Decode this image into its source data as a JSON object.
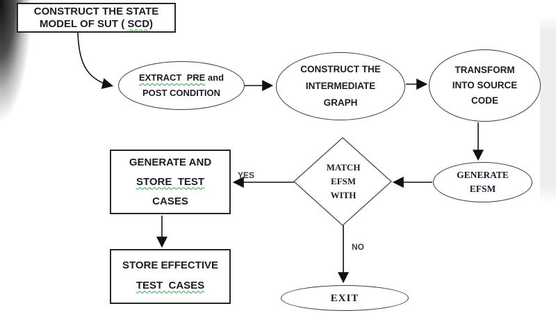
{
  "diagram": {
    "type": "flowchart",
    "nodes": {
      "construct_state": {
        "line1": "CONSTRUCT THE STATE",
        "line2_pre": "MODEL OF SUT ( ",
        "line2_misspelled": "SCD",
        "line2_post": ")"
      },
      "extract_condition": {
        "line1_misspelled": "EXTRACT  PRE",
        "line1_rest": " and",
        "line2": "POST CONDITION"
      },
      "intermediate_graph": {
        "line1": "CONSTRUCT THE",
        "line2": "INTERMEDIATE",
        "line3": "GRAPH"
      },
      "transform_code": {
        "line1": "TRANSFORM",
        "line2": "INTO SOURCE",
        "line3": "CODE"
      },
      "generate_efsm": {
        "line1": "GENERATE",
        "line2": "EFSM"
      },
      "match_efsm": {
        "line1": "MATCH",
        "line2": "EFSM",
        "line3": "WITH"
      },
      "generate_store_cases": {
        "line1": "GENERATE AND",
        "line2_misspelled": "STORE  TEST",
        "line3": "CASES"
      },
      "store_effective_cases": {
        "line1": "STORE EFFECTIVE",
        "line2_misspelled": "TEST  CASES"
      },
      "exit": {
        "label": "EXIT"
      }
    },
    "edge_labels": {
      "yes": "YES",
      "no": "NO"
    },
    "colors": {
      "text": "#1c1c28",
      "serif_text": "#1b1e30",
      "squiggle_underline": "#2fa14b",
      "rect_border": "#262626",
      "oval_border": "#383838",
      "arrow": "#111111",
      "background": "#ffffff"
    }
  }
}
